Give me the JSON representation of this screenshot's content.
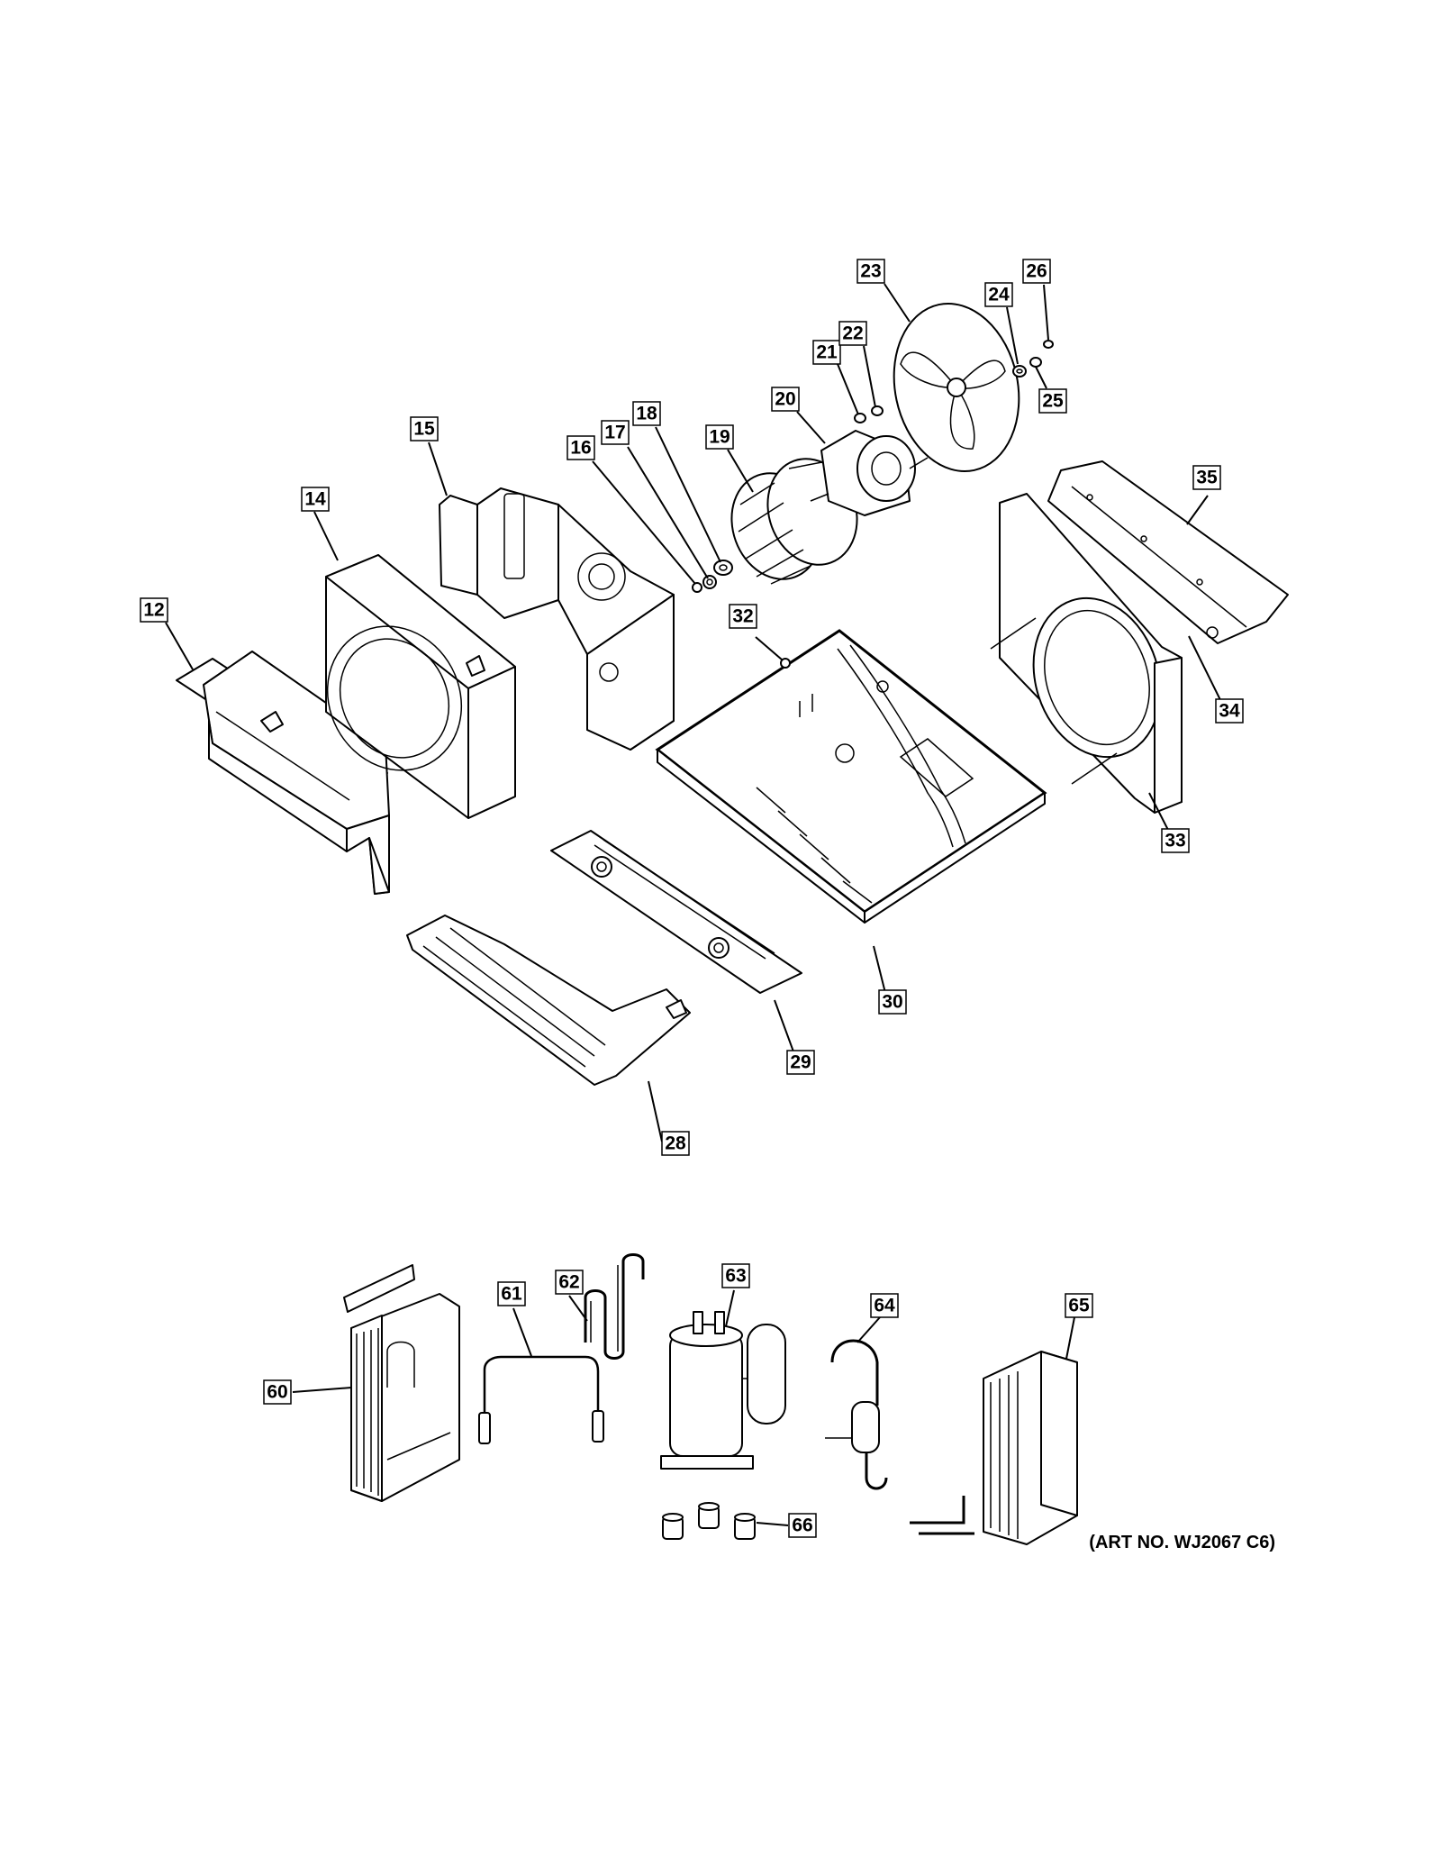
{
  "art_number": "(ART NO. WJ2067 C6)",
  "callouts": [
    {
      "id": "12",
      "label": "12"
    },
    {
      "id": "14",
      "label": "14"
    },
    {
      "id": "15",
      "label": "15"
    },
    {
      "id": "16",
      "label": "16"
    },
    {
      "id": "17",
      "label": "17"
    },
    {
      "id": "18",
      "label": "18"
    },
    {
      "id": "19",
      "label": "19"
    },
    {
      "id": "20",
      "label": "20"
    },
    {
      "id": "21",
      "label": "21"
    },
    {
      "id": "22",
      "label": "22"
    },
    {
      "id": "23",
      "label": "23"
    },
    {
      "id": "24",
      "label": "24"
    },
    {
      "id": "25",
      "label": "25"
    },
    {
      "id": "26",
      "label": "26"
    },
    {
      "id": "28",
      "label": "28"
    },
    {
      "id": "29",
      "label": "29"
    },
    {
      "id": "30",
      "label": "30"
    },
    {
      "id": "32",
      "label": "32"
    },
    {
      "id": "33",
      "label": "33"
    },
    {
      "id": "34",
      "label": "34"
    },
    {
      "id": "35",
      "label": "35"
    },
    {
      "id": "60",
      "label": "60"
    },
    {
      "id": "61",
      "label": "61"
    },
    {
      "id": "62",
      "label": "62"
    },
    {
      "id": "63",
      "label": "63"
    },
    {
      "id": "64",
      "label": "64"
    },
    {
      "id": "65",
      "label": "65"
    },
    {
      "id": "66",
      "label": "66"
    }
  ]
}
